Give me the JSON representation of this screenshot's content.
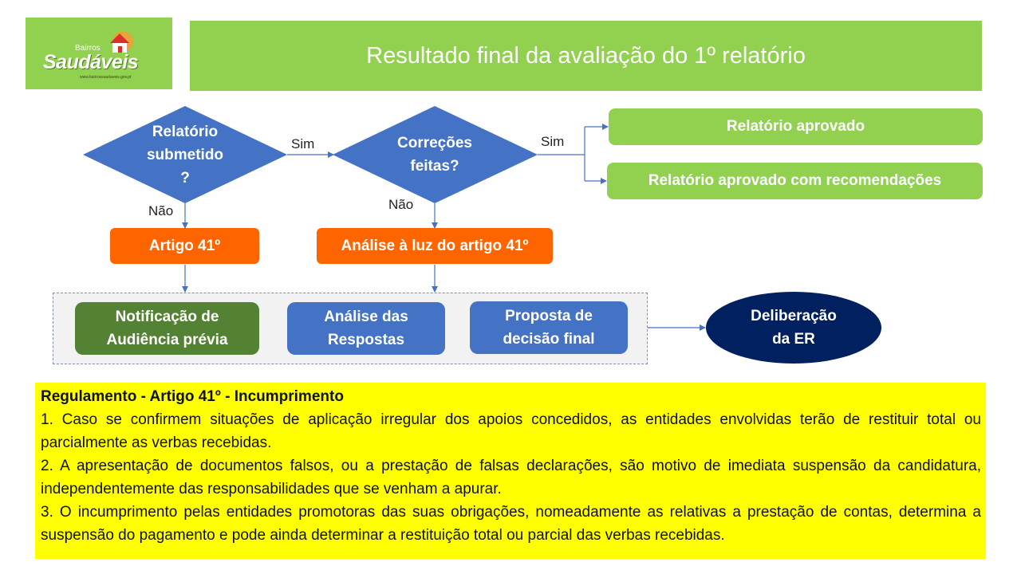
{
  "logo": {
    "small_text": "Bairros",
    "big_text": "Saudáveis",
    "url_text": "www.bairrossaudaveis.gov.pt"
  },
  "title": "Resultado final da avaliação do 1º relatório",
  "decision_1": {
    "line1": "Relatório",
    "line2": "submetido",
    "line3": "?"
  },
  "decision_2": {
    "line1": "Correções",
    "line2": "feitas?"
  },
  "labels": {
    "yes_1": "Sim",
    "yes_2": "Sim",
    "no_1": "Não",
    "no_2": "Não"
  },
  "outcomes": {
    "approved": "Relatório aprovado",
    "approved_with_recommendations": "Relatório aprovado com recomendações"
  },
  "orange": {
    "article": "Artigo 41º",
    "analysis": "Análise à luz do artigo 41º"
  },
  "steps": {
    "notification_line1": "Notificação de",
    "notification_line2": "Audiência prévia",
    "analysis_line1": "Análise das",
    "analysis_line2": "Respostas",
    "proposal_line1": "Proposta de",
    "proposal_line2": "decisão final"
  },
  "deliberation": {
    "line1": "Deliberação",
    "line2": "da ER"
  },
  "regulation": {
    "title": "Regulamento - Artigo 41º - Incumprimento",
    "point1": "1. Caso se confirmem situações de aplicação irregular dos apoios concedidos, as entidades envolvidas terão de restituir total ou parcialmente as verbas recebidas.",
    "point2": "2. A apresentação de documentos falsos, ou a prestação de falsas declarações, são motivo de imediata suspensão da candidatura, independentemente das responsabilidades que se venham a apurar.",
    "point3": "3. O incumprimento pelas entidades promotoras das suas obrigações, nomeadamente as relativas a prestação de contas, determina a suspensão do pagamento e pode ainda determinar a restituição total ou parcial das verbas recebidas."
  },
  "colors": {
    "green": "#92d050",
    "blue": "#4472c4",
    "dark_green": "#548235",
    "orange": "#fe6500",
    "navy": "#002060",
    "yellow": "#ffff00"
  }
}
